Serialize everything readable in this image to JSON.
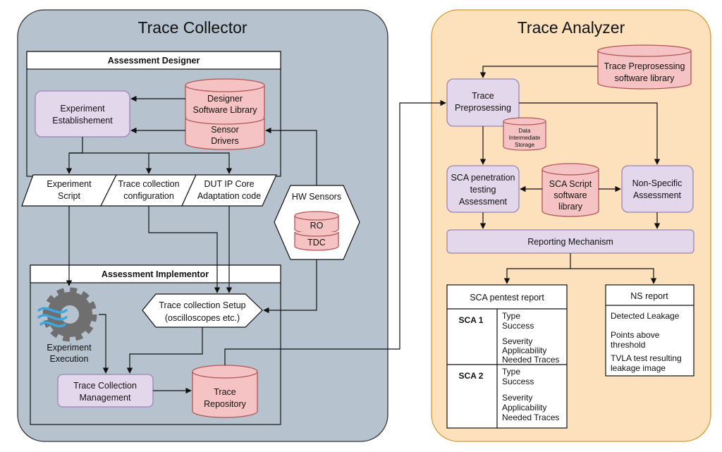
{
  "collector": {
    "title": "Trace Collector",
    "designer": {
      "title": "Assessment Designer",
      "experiment_establishment": [
        "Experiment",
        "Establishement"
      ],
      "designer_library": [
        "Designer",
        "Software Library"
      ],
      "sensor_drivers": [
        "Sensor",
        "Drivers"
      ]
    },
    "artifacts": {
      "experiment_script": [
        "Experiment",
        "Script"
      ],
      "trace_config": [
        "Trace collection",
        "configuration"
      ],
      "dut_code": [
        "DUT IP Core",
        "Adaptation code"
      ]
    },
    "hw_sensors": {
      "title": "HW Sensors",
      "ro": "RO",
      "tdc": "TDC"
    },
    "implementor": {
      "title": "Assessment Implementor",
      "experiment_execution": [
        "Experiment",
        "Execution"
      ],
      "trace_setup": [
        "Trace collection Setup",
        "(oscilloscopes etc.)"
      ],
      "trace_management": [
        "Trace Collection",
        "Management"
      ],
      "trace_repository": [
        "Trace",
        "Repository"
      ]
    }
  },
  "analyzer": {
    "title": "Trace Analyzer",
    "preprocessing_library": [
      "Trace Preprosessing",
      "software library"
    ],
    "trace_preprocessing": [
      "Trace",
      "Preprosessing"
    ],
    "data_storage": [
      "Data",
      "Intermediate",
      "Storage"
    ],
    "sca_pentest": [
      "SCA penetration",
      "testing",
      "Assessment"
    ],
    "sca_script_library": [
      "SCA Script",
      "software",
      "library"
    ],
    "non_specific": [
      "Non-Specific",
      "Assessment"
    ],
    "reporting": "Reporting Mechanism",
    "pentest_report": {
      "title": "SCA pentest report",
      "rows": [
        {
          "name": "SCA 1",
          "lines": [
            "Type",
            "Success",
            "",
            "Severity",
            "Applicability",
            "Needed Traces"
          ]
        },
        {
          "name": "SCA 2",
          "lines": [
            "Type",
            "Success",
            "",
            "Severity",
            "Applicability",
            "Needed Traces"
          ]
        }
      ]
    },
    "ns_report": {
      "title": "NS report",
      "lines": [
        "Detected Leakage",
        "",
        "Points above",
        "threshold",
        "TVLA test resulting",
        "leakage image"
      ]
    }
  },
  "colors": {
    "collector_bg": "#b6c2cd",
    "analyzer_bg": "#fde1bd",
    "process_fill": "#e3d7ec",
    "process_stroke": "#9b86b3",
    "cylinder_fill": "#f5c3c3",
    "cylinder_stroke": "#b25454"
  }
}
